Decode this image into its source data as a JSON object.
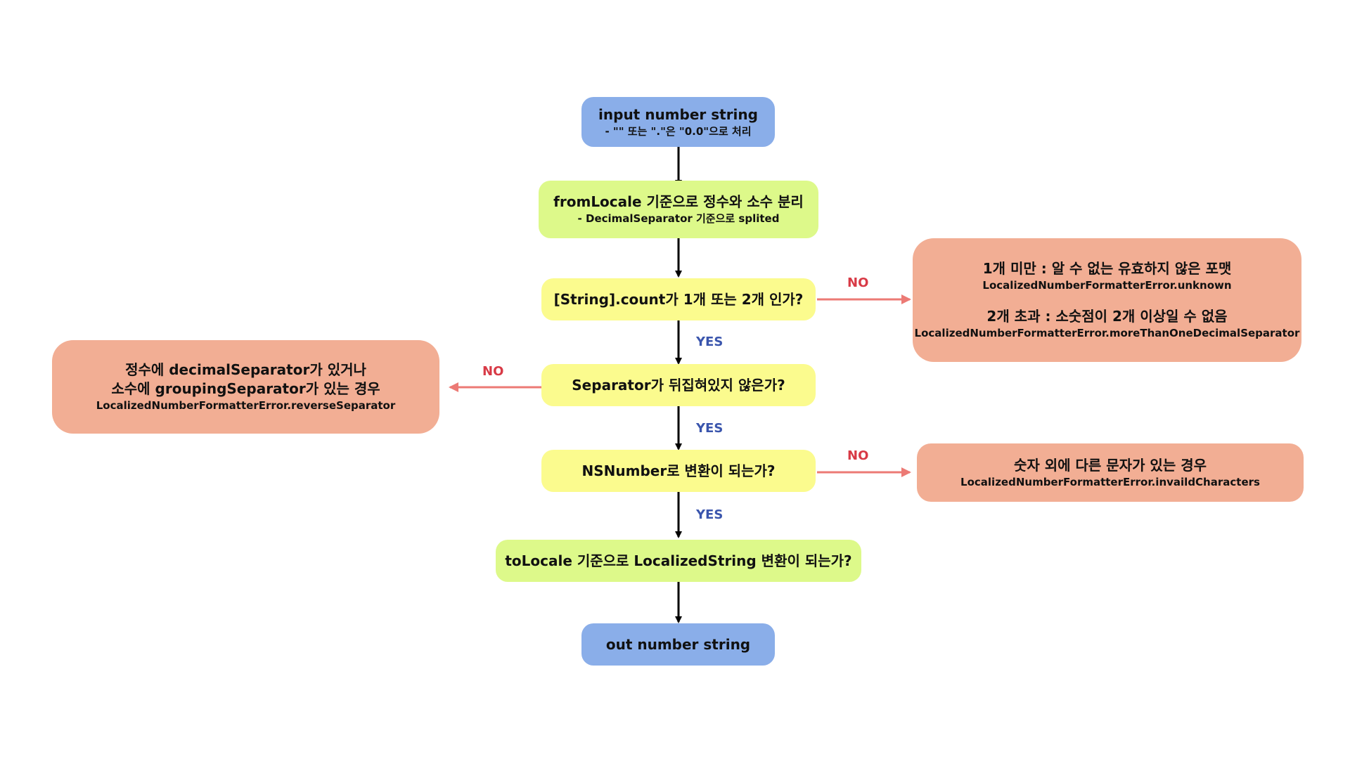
{
  "nodes": {
    "input": {
      "title": "input number string",
      "sub": "- \"\" 또는 \".\"은 \"0.0\"으로 처리"
    },
    "split": {
      "title": "fromLocale 기준으로 정수와 소수 분리",
      "sub": "- DecimalSeparator 기준으로 splited"
    },
    "count_check": {
      "title": "[String].count가 1개 또는 2개 인가?"
    },
    "separator_check": {
      "title": "Separator가 뒤집혀있지 않은가?"
    },
    "nsnumber_check": {
      "title": "NSNumber로 변환이 되는가?"
    },
    "localize_check": {
      "title": "toLocale 기준으로 LocalizedString 변환이 되는가?"
    },
    "output": {
      "title": "out number string"
    }
  },
  "errors": {
    "count": {
      "line1": "1개 미만 : 알 수 없는 유효하지 않은 포맷",
      "code1": "LocalizedNumberFormatterError.unknown",
      "line2": "2개 초과 : 소숫점이 2개 이상일 수 없음",
      "code2": "LocalizedNumberFormatterError.moreThanOneDecimalSeparator"
    },
    "reverse": {
      "line1": "정수에 decimalSeparator가 있거나",
      "line2": "소수에 groupingSeparator가 있는 경우",
      "code": "LocalizedNumberFormatterError.reverseSeparator"
    },
    "invalid": {
      "line1": "숫자 외에 다른 문자가 있는 경우",
      "code": "LocalizedNumberFormatterError.invaildCharacters"
    }
  },
  "labels": {
    "yes": "YES",
    "no": "NO"
  },
  "colors": {
    "blue": "#8aaee9",
    "green": "#ddf98a",
    "yellow": "#fbfb8e",
    "salmon": "#f2ae94",
    "yes_text": "#3a55ad",
    "no_text": "#d83a46",
    "arrow_main": "#000000",
    "arrow_no": "#ec7a75"
  }
}
